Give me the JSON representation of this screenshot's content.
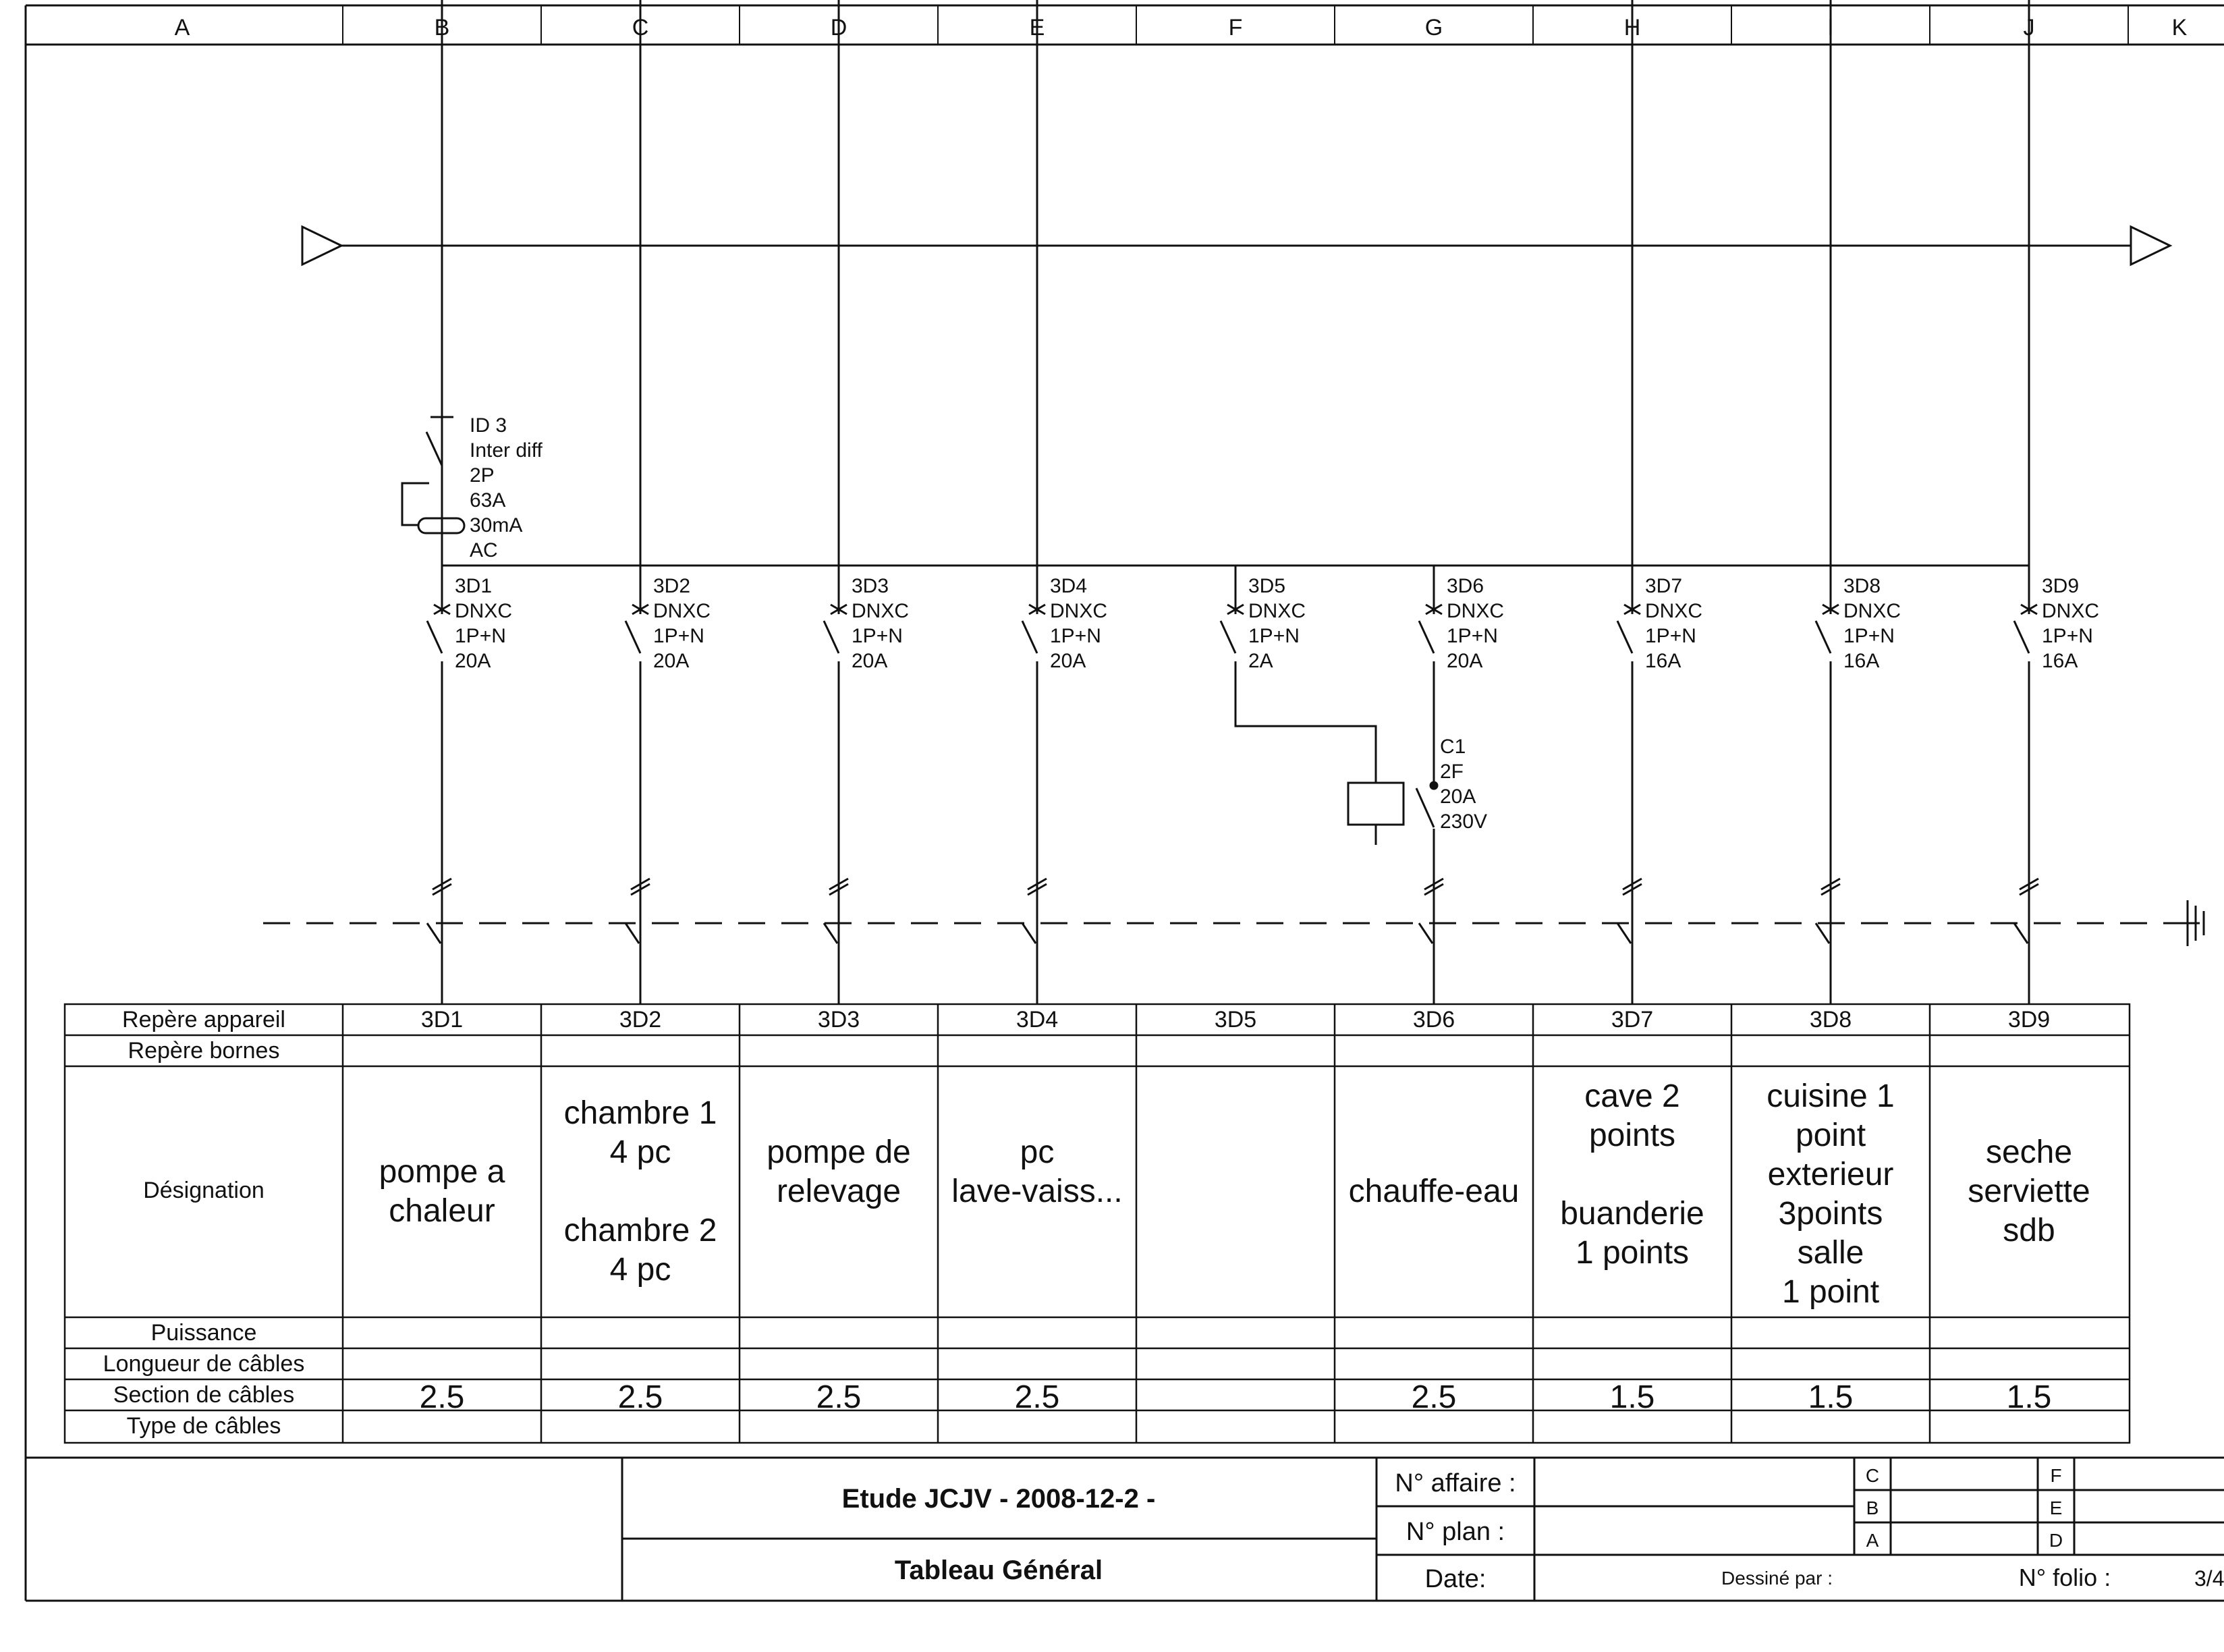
{
  "columns": [
    "A",
    "B",
    "C",
    "D",
    "E",
    "F",
    "G",
    "H",
    "I",
    "J",
    "K"
  ],
  "main_switch": {
    "lines": [
      "ID 3",
      "Inter diff",
      "2P",
      "63A",
      "30mA",
      "AC"
    ]
  },
  "breakers": [
    {
      "id": "3D1",
      "type": "DNXC",
      "poles": "1P+N",
      "rating": "20A"
    },
    {
      "id": "3D2",
      "type": "DNXC",
      "poles": "1P+N",
      "rating": "20A"
    },
    {
      "id": "3D3",
      "type": "DNXC",
      "poles": "1P+N",
      "rating": "20A"
    },
    {
      "id": "3D4",
      "type": "DNXC",
      "poles": "1P+N",
      "rating": "20A"
    },
    {
      "id": "3D5",
      "type": "DNXC",
      "poles": "1P+N",
      "rating": "2A"
    },
    {
      "id": "3D6",
      "type": "DNXC",
      "poles": "1P+N",
      "rating": "20A"
    },
    {
      "id": "3D7",
      "type": "DNXC",
      "poles": "1P+N",
      "rating": "16A"
    },
    {
      "id": "3D8",
      "type": "DNXC",
      "poles": "1P+N",
      "rating": "16A"
    },
    {
      "id": "3D9",
      "type": "DNXC",
      "poles": "1P+N",
      "rating": "16A"
    }
  ],
  "contactor": {
    "lines": [
      "C1",
      "2F",
      "20A",
      "230V"
    ]
  },
  "table": {
    "row_labels": [
      "Repère appareil",
      "Repère bornes",
      "Désignation",
      "Puissance",
      "Longueur de câbles",
      "Section de câbles",
      "Type de câbles"
    ],
    "device_refs": [
      "3D1",
      "3D2",
      "3D3",
      "3D4",
      "3D5",
      "3D6",
      "3D7",
      "3D8",
      "3D9"
    ],
    "designations": [
      [
        "pompe a",
        "chaleur"
      ],
      [
        "chambre 1",
        "4 pc",
        "",
        "chambre 2",
        "4 pc"
      ],
      [
        "pompe de",
        "relevage"
      ],
      [
        "pc",
        "lave-vaiss..."
      ],
      [],
      [
        "chauffe-eau"
      ],
      [
        "cave 2",
        "points",
        "",
        "buanderie",
        "1 points"
      ],
      [
        "cuisine 1",
        "point",
        "exterieur",
        "3points",
        "salle",
        "1 point"
      ],
      [
        "seche",
        "serviette",
        "sdb"
      ]
    ],
    "sections": [
      "2.5",
      "2.5",
      "2.5",
      "2.5",
      "",
      "2.5",
      "1.5",
      "1.5",
      "1.5"
    ]
  },
  "title_block": {
    "title": "Etude JCJV - 2008-12-2 -",
    "subtitle": "Tableau Général",
    "affaire_label": "N° affaire :",
    "plan_label": "N° plan :",
    "date_label": "Date:",
    "dessine_label": "Dessiné par :",
    "folio_label": "N° folio :",
    "folio_value": "3/4",
    "revision_letters": [
      "C",
      "B",
      "A",
      "F",
      "E",
      "D"
    ]
  }
}
